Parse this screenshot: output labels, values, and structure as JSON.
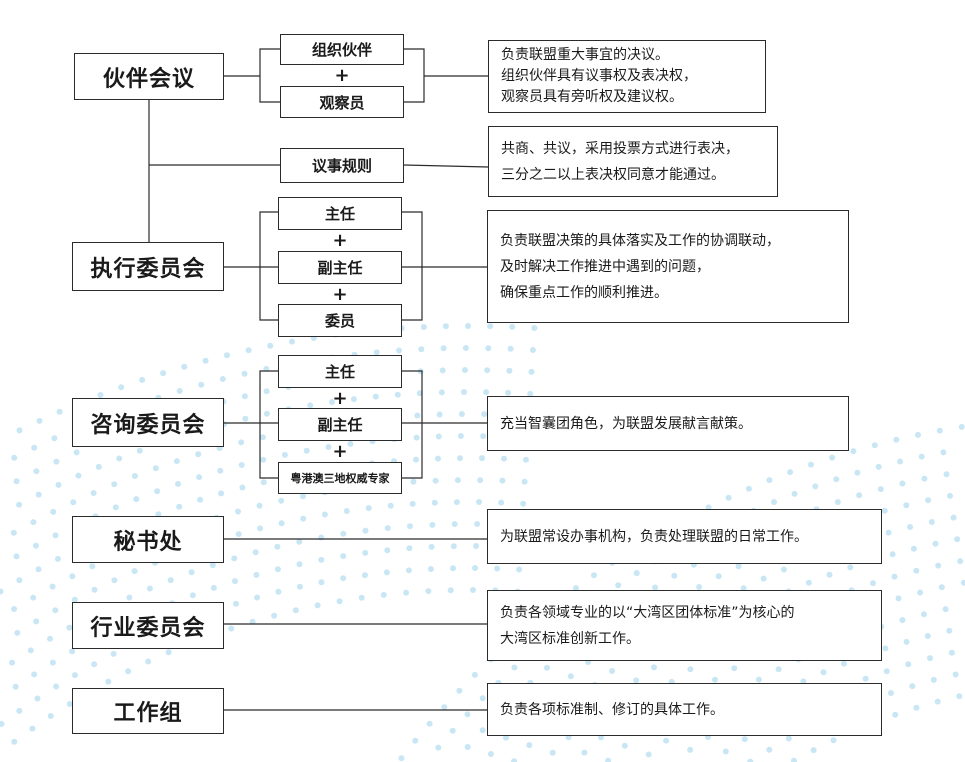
{
  "organization": [
    {
      "id": "partner-meeting",
      "title": "伙伴会议",
      "members": [
        "组织伙伴",
        "观察员"
      ],
      "description": [
        "负责联盟重大事宜的决议。",
        "组织伙伴具有议事权及表决权，",
        "观察员具有旁听权及建议权。"
      ]
    },
    {
      "id": "rules",
      "member": "议事规则",
      "description": [
        "共商、共议，采用投票方式进行表决，",
        "三分之二以上表决权同意才能通过。"
      ]
    },
    {
      "id": "executive-committee",
      "title": "执行委员会",
      "members": [
        "主任",
        "副主任",
        "委员"
      ],
      "description": [
        "负责联盟决策的具体落实及工作的协调联动，",
        "及时解决工作推进中遇到的问题，",
        "确保重点工作的顺利推进。"
      ]
    },
    {
      "id": "advisory-committee",
      "title": "咨询委员会",
      "members": [
        "主任",
        "副主任",
        "粤港澳三地权威专家"
      ],
      "description": [
        "充当智囊团角色，为联盟发展献言献策。"
      ]
    },
    {
      "id": "secretariat",
      "title": "秘书处",
      "description": [
        "为联盟常设办事机构，负责处理联盟的日常工作。"
      ]
    },
    {
      "id": "industry-committee",
      "title": "行业委员会",
      "description": [
        "负责各领域专业的以“大湾区团体标准”为核心的",
        "大湾区标准创新工作。"
      ]
    },
    {
      "id": "working-group",
      "title": "工作组",
      "description": [
        "负责各项标准制、修订的具体工作。"
      ]
    }
  ],
  "plus_sign": "+",
  "colors": {
    "line": "#2b2b2b",
    "dot": "#c9e6f5"
  }
}
